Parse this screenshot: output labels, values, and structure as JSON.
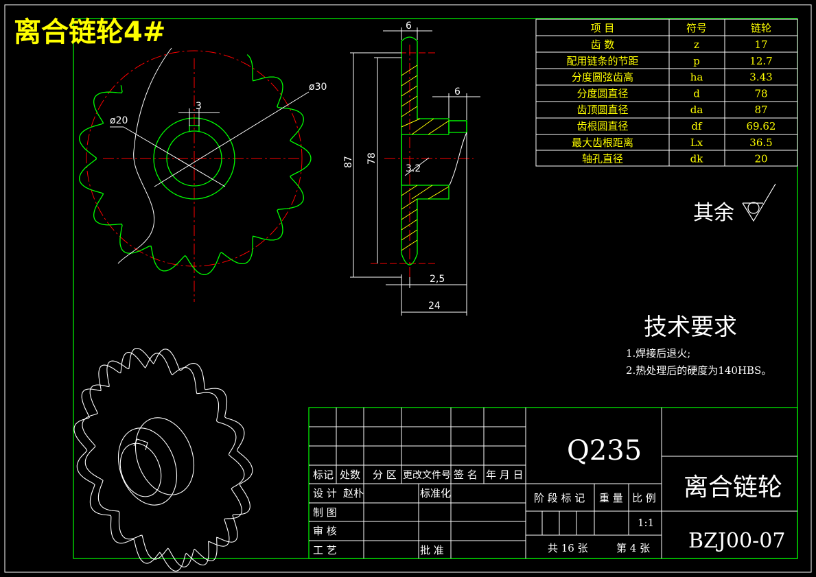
{
  "drawing_title": "离合链轮4#",
  "colors": {
    "background": "#000000",
    "frame": "#ffffff",
    "border": "#00ff00",
    "centerline": "#ff0000",
    "sprocket": "#00ff00",
    "table_text": "#ffff00",
    "hatch": "#ffff00",
    "dimension": "#ffffff"
  },
  "front_view": {
    "dim_bore": "ø20",
    "dim_hub": "ø30",
    "dim_key": "3"
  },
  "section_view": {
    "dim_top_width": "6",
    "dim_hub_width": "6",
    "dim_tip_dia": "87",
    "dim_pitch_dia": "78",
    "dim_chamfer": "3.2",
    "dim_gap": "2,5",
    "dim_total_width": "24"
  },
  "param_table": {
    "headers": [
      "项  目",
      "符号",
      "链轮"
    ],
    "rows": [
      [
        "齿  数",
        "z",
        "17"
      ],
      [
        "配用链条的节距",
        "p",
        "12.7"
      ],
      [
        "分度圆弦齿高",
        "ha",
        "3.43"
      ],
      [
        "分度圆直径",
        "d",
        "78"
      ],
      [
        "齿顶圆直径",
        "da",
        "87"
      ],
      [
        "齿根圆直径",
        "df",
        "69.62"
      ],
      [
        "最大齿根距离",
        "Lx",
        "36.5"
      ],
      [
        "轴孔直径",
        "dk",
        "20"
      ]
    ]
  },
  "surface_note": "其余",
  "tech_req": {
    "title": "技术要求",
    "items": [
      "1.焊接后退火;",
      "2.热处理后的硬度为140HBS。"
    ]
  },
  "title_block": {
    "material": "Q235",
    "part_name": "离合链轮",
    "drawing_no": "BZJ00-07",
    "row_headers": [
      "标记",
      "处数",
      "分 区",
      "更改文件号",
      "签 名",
      "年 月 日"
    ],
    "design": "设 计",
    "designer": "赵朴",
    "standardize": "标准化",
    "draw": "制 图",
    "check": "审 核",
    "process": "工 艺",
    "approve": "批 准",
    "stage": "阶 段 标 记",
    "weight": "重 量",
    "scale_label": "比 例",
    "scale": "1:1",
    "total_sheets": "共 16 张",
    "sheet_no": "第 4 张"
  }
}
